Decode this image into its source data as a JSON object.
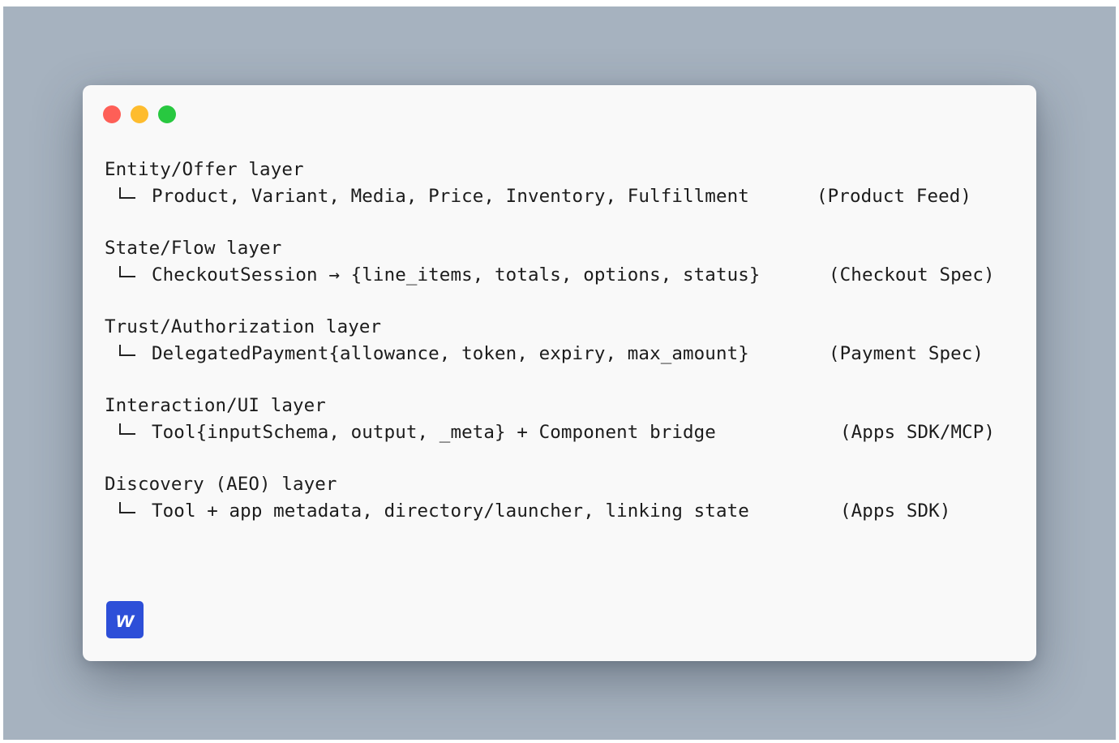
{
  "window": {
    "controls": [
      "close",
      "minimize",
      "maximize"
    ],
    "colors": {
      "close": "#fe5f57",
      "minimize": "#febc2e",
      "maximize": "#28c840"
    }
  },
  "layers": [
    {
      "title": "Entity/Offer layer",
      "detail": "Product, Variant, Media, Price, Inventory, Fulfillment",
      "spec": "(Product Feed)"
    },
    {
      "title": "State/Flow layer",
      "detail": "CheckoutSession → {line_items, totals, options, status}",
      "spec": "(Checkout Spec)"
    },
    {
      "title": "Trust/Authorization layer",
      "detail": "DelegatedPayment{allowance, token, expiry, max_amount}",
      "spec": "(Payment Spec)"
    },
    {
      "title": "Interaction/UI layer",
      "detail": "Tool{inputSchema, output, _meta} + Component bridge",
      "spec": "(Apps SDK/MCP)"
    },
    {
      "title": "Discovery (AEO) layer",
      "detail": "Tool + app metadata, directory/launcher, linking state",
      "spec": "(Apps SDK)"
    }
  ],
  "brand": {
    "logo_letter": "w",
    "color": "#2d4fd8",
    "icon": "logo-icon"
  }
}
